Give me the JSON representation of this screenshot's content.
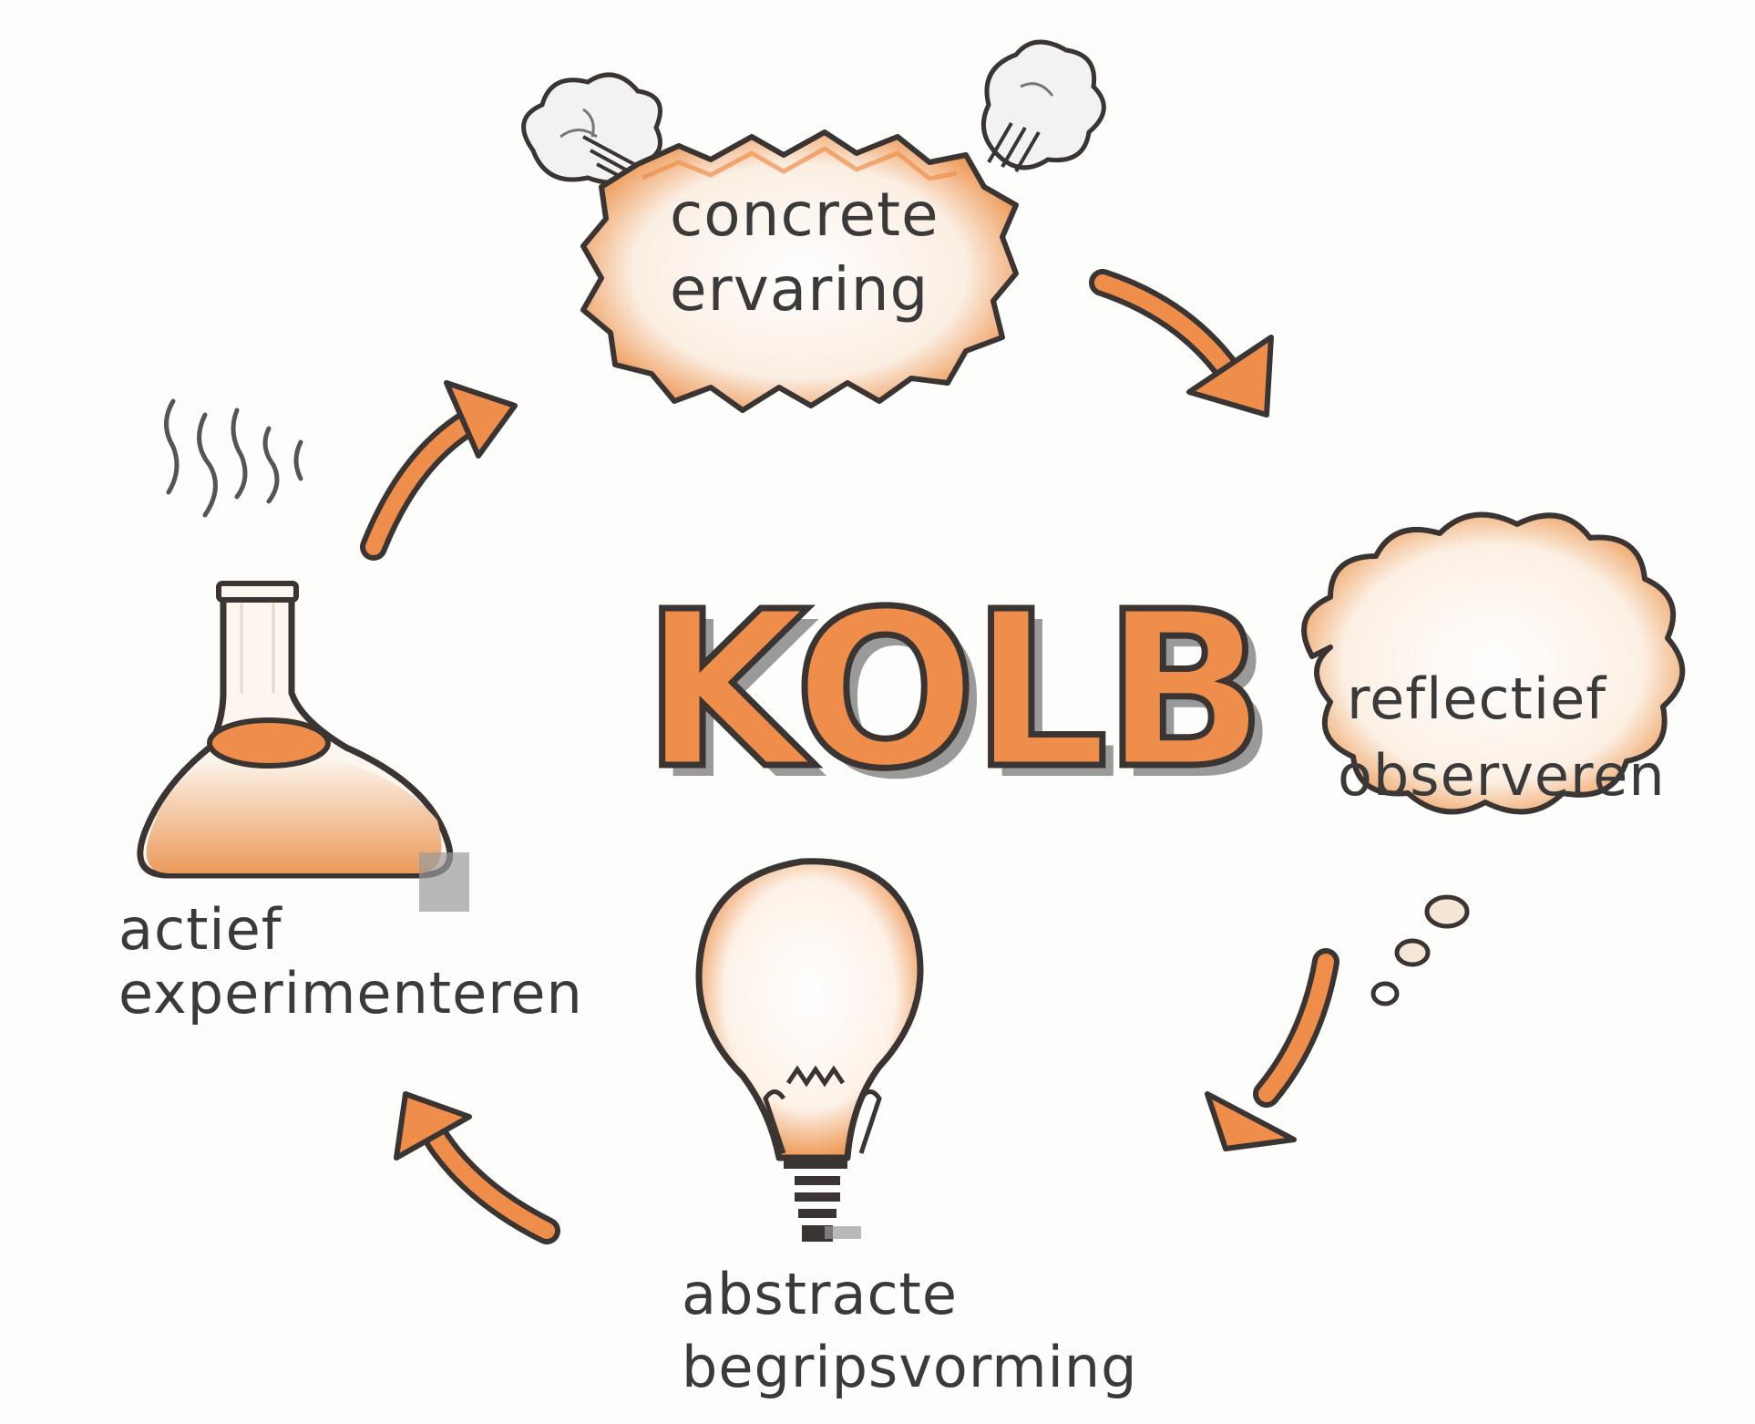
{
  "title": "KOLB",
  "stages": {
    "concrete": {
      "line1": "concrete",
      "line2": "ervaring"
    },
    "reflective": {
      "line1": "reflectief",
      "line2": "observeren"
    },
    "abstract": {
      "line1": "abstracte",
      "line2": "begripsvorming"
    },
    "active": {
      "line1": "actief",
      "line2": "experimenteren"
    }
  },
  "colors": {
    "accent": "#ee8e4a",
    "ink": "#3a3432",
    "shadow": "#9a9a9a",
    "background": "#fdfdfb"
  },
  "icons": [
    "starburst-icon",
    "cloud-icon",
    "lightbulb-icon",
    "flask-icon",
    "arrow-icon"
  ]
}
